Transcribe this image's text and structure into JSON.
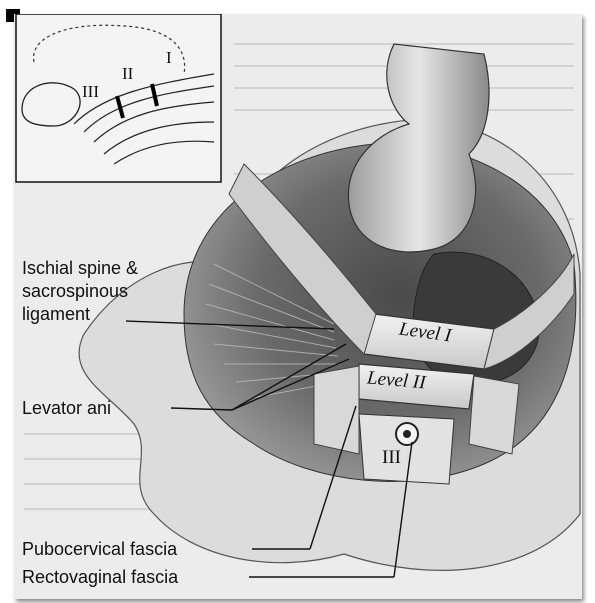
{
  "inset": {
    "markers": [
      "I",
      "II",
      "III"
    ]
  },
  "levels": {
    "level1": "Level I",
    "level2": "Level II",
    "level3": "III"
  },
  "labels": {
    "ischial": [
      "Ischial spine &",
      "sacrospinous",
      "ligament"
    ],
    "levator": "Levator ani",
    "pubocervical": "Pubocervical fascia",
    "rectovaginal": "Rectovaginal fascia"
  }
}
